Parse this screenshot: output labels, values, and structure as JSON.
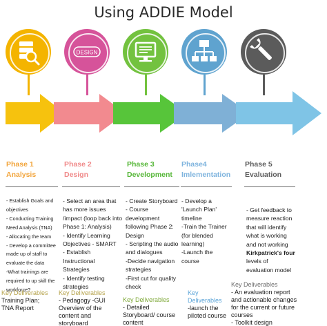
{
  "title": "Using ADDIE Model",
  "colors": {
    "analysis": "#f4b400",
    "design": "#d6539a",
    "development": "#73c23f",
    "implementation": "#5fa3cf",
    "evaluation": "#5b5b5b",
    "arrow_design": "#f28a8f",
    "arrow_development": "#57c53a",
    "arrow_implementation": "#7fb0d6",
    "arrow_evaluation": "#7fc4e6"
  },
  "icons": [
    "database-search-icon",
    "design-badge-icon",
    "monitor-icon",
    "network-diagram-icon",
    "wrench-icon"
  ],
  "design_badge_text": "DESIGN",
  "phases": [
    {
      "line1": "Phase 1",
      "line2": "Analysis"
    },
    {
      "line1": "Phase 2",
      "line2": "Design"
    },
    {
      "line1": "Phase 3",
      "line2": "Development"
    },
    {
      "line1": "Phase4",
      "line2": "Imlementation"
    },
    {
      "line1": "Phase 5",
      "line2": "Evaluation"
    }
  ],
  "analysis_items": [
    "- Establish Goals and",
    "objectives",
    "- Conducting Training",
    "Need Analysis (TNA)",
    "- Allocating the team",
    "- Develop a committee",
    "made up of staff to",
    "evaluate the data",
    "-What trainings are",
    "required to up skill the",
    "workforce?"
  ],
  "design_items": [
    "- Select an area that",
    "has more issues",
    "/impact (loop back into",
    "Phase 1: Analysis)",
    "- Identify  Learning",
    "Objectives - SMART",
    "- Establish",
    "Instructional",
    "Strategies",
    "- Identify testing",
    "strategies"
  ],
  "development_items": [
    "- Create Storyboard",
    "- Course",
    "development",
    "following Phase 2:",
    "Design",
    "- Scripting the audio",
    "and dialogues",
    "-Decide navigation",
    "strategies",
    "-First cut for quality",
    "check"
  ],
  "implementation_items": [
    "- Develop a",
    "'Launch Plan'",
    "timeline",
    "-Train the Trainer",
    "(for blended",
    "learning)",
    "-Launch the",
    "course"
  ],
  "evaluation_items": [
    "- Get feedback to",
    "measure reaction",
    "that will  identify",
    "what is working",
    "and not working",
    "Kirkpatrick's four",
    "levels of",
    "evaluation model"
  ],
  "deliverables": {
    "label": "Key Deliverables",
    "label_implementation_1": "Key",
    "label_implementation_2": "Deliverables",
    "analysis": [
      "Training Plan;",
      "TNA Report"
    ],
    "design": [
      "- Pedagogy -GUI",
      "Overview of the",
      "content and",
      "storyboard"
    ],
    "development": [
      "- Detailed",
      "Storyboard/ course",
      "content"
    ],
    "implementation": [
      "-launch the",
      "piloted course"
    ],
    "evaluation": [
      "- An evaluation report",
      "and actionable changes",
      "for the current or future",
      "courses",
      "- Toolkit design"
    ]
  }
}
